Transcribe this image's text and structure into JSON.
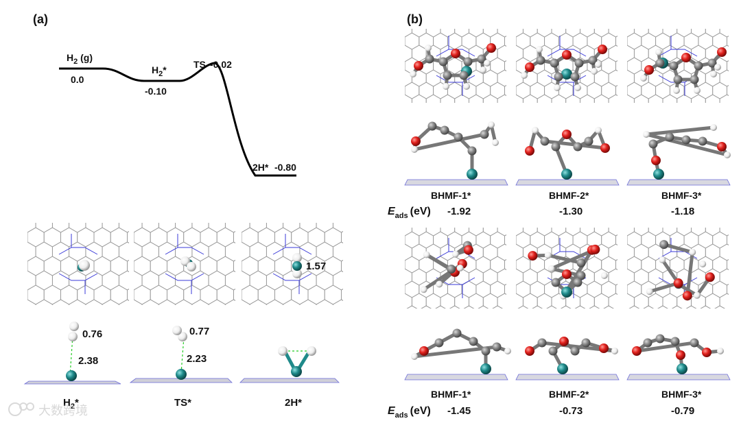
{
  "panel_a": {
    "label": "(a)",
    "energy_profile": {
      "states": [
        {
          "name_main": "H",
          "name_sub": "2",
          "name_suffix": " (g)",
          "value": "0.0"
        },
        {
          "name_main": "H",
          "name_sub": "2",
          "name_suffix": "*",
          "value": "-0.10"
        },
        {
          "name_main": "TS",
          "name_sub": "",
          "name_suffix": "",
          "value": "-0.02"
        },
        {
          "name_main": "2H*",
          "name_sub": "",
          "name_suffix": "",
          "value": "-0.80"
        }
      ]
    },
    "structures": [
      {
        "caption_main": "H",
        "caption_sub": "2",
        "caption_suffix": "*",
        "top_distance": "",
        "side_hh": "0.76",
        "side_surface": "2.38"
      },
      {
        "caption_main": "TS*",
        "caption_sub": "",
        "caption_suffix": "",
        "top_distance": "",
        "side_hh": "0.77",
        "side_surface": "2.23"
      },
      {
        "caption_main": "2H*",
        "caption_sub": "",
        "caption_suffix": "",
        "top_distance": "1.57",
        "side_hh": "",
        "side_surface": ""
      }
    ]
  },
  "panel_b": {
    "label": "(b)",
    "eads_symbol": "E",
    "eads_sub": "ads",
    "eads_unit": "(eV)",
    "rows": [
      {
        "captions": [
          "BHMF-1*",
          "BHMF-2*",
          "BHMF-3*"
        ],
        "values": [
          "-1.92",
          "-1.30",
          "-1.18"
        ]
      },
      {
        "captions": [
          "BHMF-1*",
          "BHMF-2*",
          "BHMF-3*"
        ],
        "values": [
          "-1.45",
          "-0.73",
          "-0.79"
        ]
      }
    ]
  },
  "watermark": "大数跨境",
  "colors": {
    "metal": "#1f8a8a",
    "oxygen": "#e0201c",
    "carbon": "#8a8a8a",
    "hydrogen": "#f2f2f2",
    "nitrogen": "#3a3ad8",
    "bond_dash": "#22cc22"
  }
}
